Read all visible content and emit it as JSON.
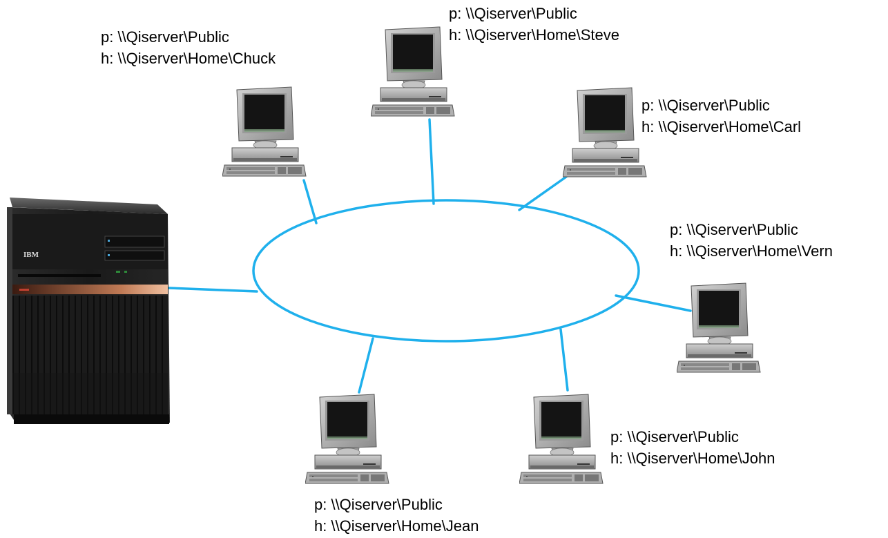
{
  "colors": {
    "network_line": "#1fb0ec",
    "server_body": "#1c1c1c",
    "monitor_beige": "#b4b4b4",
    "monitor_screen": "#141414"
  },
  "server": {
    "icon": "server-tower-icon",
    "logo": "IBM"
  },
  "workstations": [
    {
      "id": "chuck",
      "public_map": "p: \\\\Qiserver\\Public",
      "home_map": "h: \\\\Qiserver\\Home\\Chuck"
    },
    {
      "id": "steve",
      "public_map": "p: \\\\Qiserver\\Public",
      "home_map": "h: \\\\Qiserver\\Home\\Steve"
    },
    {
      "id": "carl",
      "public_map": "p: \\\\Qiserver\\Public",
      "home_map": "h: \\\\Qiserver\\Home\\Carl"
    },
    {
      "id": "vern",
      "public_map": "p: \\\\Qiserver\\Public",
      "home_map": "h: \\\\Qiserver\\Home\\Vern"
    },
    {
      "id": "john",
      "public_map": "p: \\\\Qiserver\\Public",
      "home_map": "h: \\\\Qiserver\\Home\\John"
    },
    {
      "id": "jean",
      "public_map": "p: \\\\Qiserver\\Public",
      "home_map": "h: \\\\Qiserver\\Home\\Jean"
    }
  ]
}
